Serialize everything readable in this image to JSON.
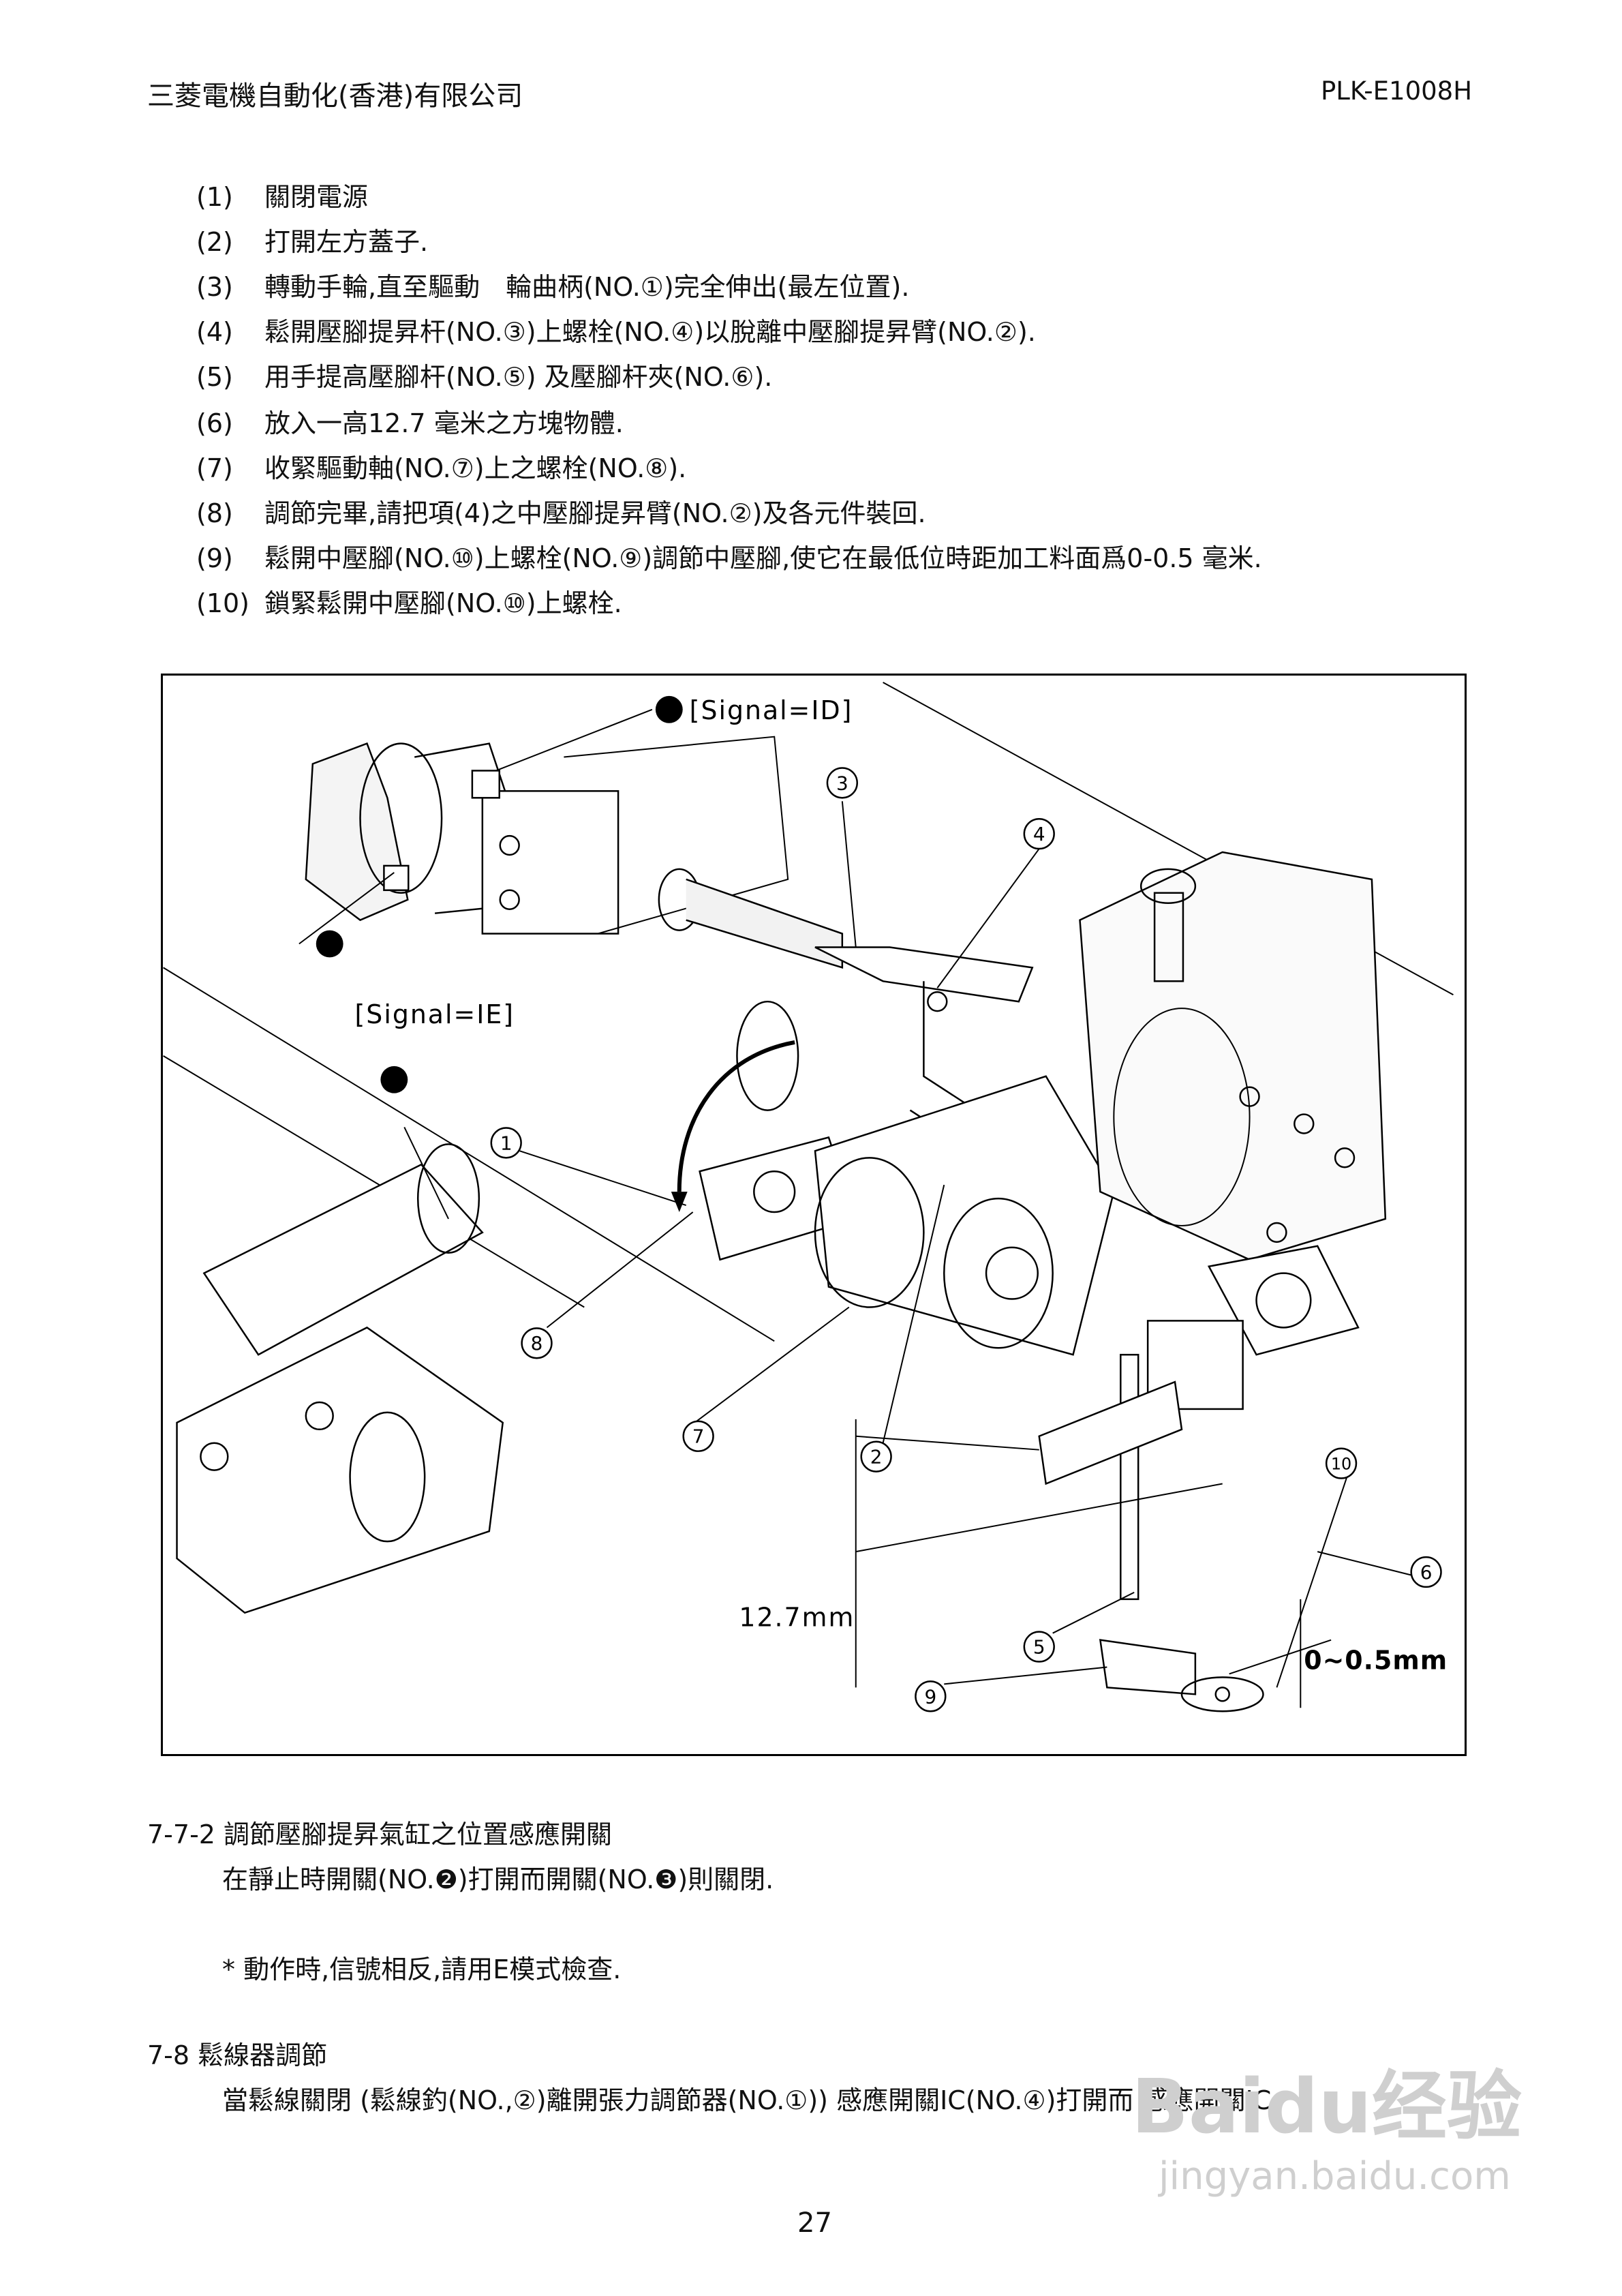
{
  "header": {
    "company": "三菱電機自動化(香港)有限公司",
    "doc_code": "PLK-E1008H"
  },
  "steps": [
    {
      "num": "(1)",
      "text": "關閉電源"
    },
    {
      "num": "(2)",
      "text": "打開左方蓋子."
    },
    {
      "num": "(3)",
      "text": "轉動手輪,直至驅動　輪曲柄(NO.①)完全伸出(最左位置)."
    },
    {
      "num": "(4)",
      "text": "鬆開壓腳提昇杆(NO.③)上螺栓(NO.④)以脫離中壓腳提昇臂(NO.②)."
    },
    {
      "num": "(5)",
      "text": "用手提高壓腳杆(NO.⑤)  及壓腳杆夾(NO.⑥)."
    },
    {
      "num": "(6)",
      "text": "放入一高12.7  毫米之方塊物體."
    },
    {
      "num": "(7)",
      "text": "收緊驅動軸(NO.⑦)上之螺栓(NO.⑧)."
    },
    {
      "num": "(8)",
      "text": "調節完畢,請把項(4)之中壓腳提昇臂(NO.②)及各元件裝回."
    },
    {
      "num": "(9)",
      "text": "鬆開中壓腳(NO.⑩)上螺栓(NO.⑨)調節中壓腳,使它在最低位時距加工料面爲0-0.5  毫米."
    },
    {
      "num": "(10)",
      "text": "鎖緊鬆開中壓腳(NO.⑩)上螺栓."
    }
  ],
  "figure": {
    "signal_id": "[Signal=ID]",
    "signal_ie": "[Signal=IE]",
    "badge_1": "1",
    "badge_2": "2",
    "badge_3": "3",
    "callouts": [
      "1",
      "2",
      "3",
      "4",
      "5",
      "6",
      "7",
      "8",
      "9",
      "10"
    ],
    "dim_12_7": "12.7mm",
    "dim_0_05": "0~0.5mm"
  },
  "section_772": {
    "heading": "7-7-2  調節壓腳提昇氣缸之位置感應開關",
    "body": "在靜止時開關(NO.❷)打開而開關(NO.❸)則關閉.",
    "note": "*  動作時,信號相反,請用E模式檢查."
  },
  "section_78": {
    "heading": "7-8  鬆線器調節",
    "body": "當鬆線關閉  (鬆線釣(NO.,②)離開張力調節器(NO.①))  感應開關IC(NO.④)打開而  感應開關IC"
  },
  "page_number": "27",
  "watermark": {
    "brand": "Baidu经验",
    "url": "jingyan.baidu.com"
  }
}
